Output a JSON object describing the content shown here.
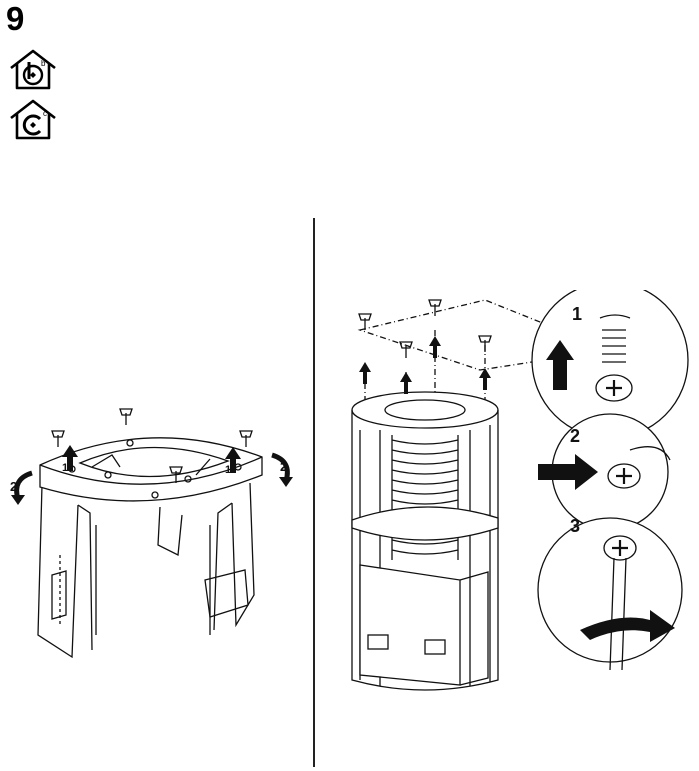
{
  "step": {
    "number": "9"
  },
  "mode_icons": [
    {
      "name": "ventilation-mode-b-icon",
      "glyph": "b"
    },
    {
      "name": "ventilation-mode-c-icon",
      "glyph": "c"
    }
  ],
  "left_panel": {
    "arrow_labels": [
      "1",
      "1",
      "2",
      "2"
    ]
  },
  "right_panel": {
    "callouts": [
      {
        "label": "1"
      },
      {
        "label": "2"
      },
      {
        "label": "3"
      }
    ]
  }
}
